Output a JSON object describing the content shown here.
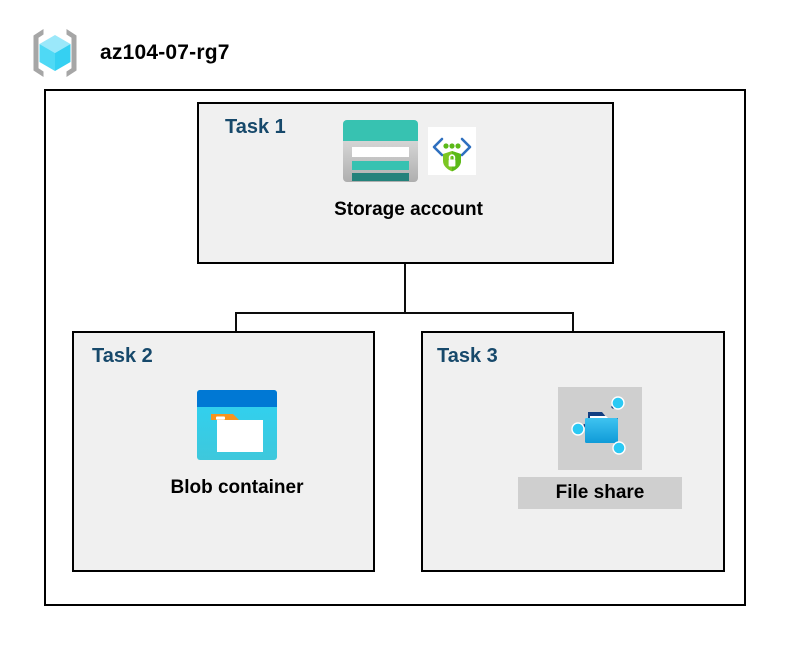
{
  "diagram": {
    "title": "az104-07-rg7",
    "resource_group_icon": "resource-group-cube-icon",
    "colors": {
      "task_label": "#17496B",
      "box_fill": "#F0F0F0",
      "box_border": "#000000",
      "canvas": "#FFFFFF",
      "selection_highlight": "#CFCFCF",
      "storage_teal": "#37C2B1",
      "blob_blue": "#0078D4",
      "blob_cyan": "#32D4F0",
      "fileshare_blue": "#32B0E7",
      "security_green": "#5BB918"
    },
    "tasks": [
      {
        "id": "task1",
        "label": "Task 1",
        "node": {
          "caption": "Storage account",
          "icon": "storage-account-icon",
          "badge_icon": "security-shield-lock-icon",
          "selected": false
        }
      },
      {
        "id": "task2",
        "label": "Task 2",
        "node": {
          "caption": "Blob container",
          "icon": "blob-container-icon",
          "badge_icon": "",
          "selected": false
        }
      },
      {
        "id": "task3",
        "label": "Task 3",
        "node": {
          "caption": "File share",
          "icon": "file-share-icon",
          "badge_icon": "",
          "selected": true
        }
      }
    ],
    "connectors": [
      {
        "id": "storage-to-bus",
        "from": "Storage account",
        "to": "branch-bus"
      },
      {
        "id": "bus-to-blob",
        "from": "branch-bus",
        "to": "Blob container"
      },
      {
        "id": "bus-to-fileshare",
        "from": "branch-bus",
        "to": "File share"
      }
    ]
  }
}
